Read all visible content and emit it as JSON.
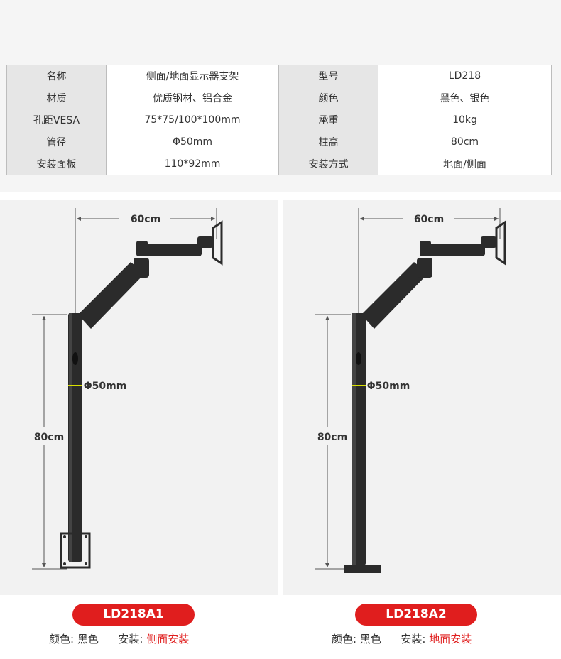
{
  "spec_table": {
    "rows": [
      {
        "k1": "名称",
        "v1": "侧面/地面显示器支架",
        "k2": "型号",
        "v2": "LD218"
      },
      {
        "k1": "材质",
        "v1": "优质钢材、铝合金",
        "k2": "颜色",
        "v2": "黑色、银色"
      },
      {
        "k1": "孔距VESA",
        "v1": "75*75/100*100mm",
        "k2": "承重",
        "v2": "10kg"
      },
      {
        "k1": "管径",
        "v1": "Φ50mm",
        "k2": "柱高",
        "v2": "80cm"
      },
      {
        "k1": "安装面板",
        "v1": "110*92mm",
        "k2": "安装方式",
        "v2": "地面/侧面"
      }
    ]
  },
  "products": [
    {
      "model": "LD218A1",
      "dim_width": "60cm",
      "dim_pole": "Φ50mm",
      "dim_height": "80cm",
      "color_label": "颜色:",
      "color_value": "黑色",
      "install_label": "安装:",
      "install_value": "侧面安装",
      "mount": "side-plate"
    },
    {
      "model": "LD218A2",
      "dim_width": "60cm",
      "dim_pole": "Φ50mm",
      "dim_height": "80cm",
      "color_label": "颜色:",
      "color_value": "黑色",
      "install_label": "安装:",
      "install_value": "地面安装",
      "mount": "floor-base"
    }
  ],
  "colors": {
    "accent": "#e01e1e",
    "panel_bg": "#f2f2f2",
    "header_bg": "#e6e6e6",
    "metal": "#2b2b2b"
  }
}
